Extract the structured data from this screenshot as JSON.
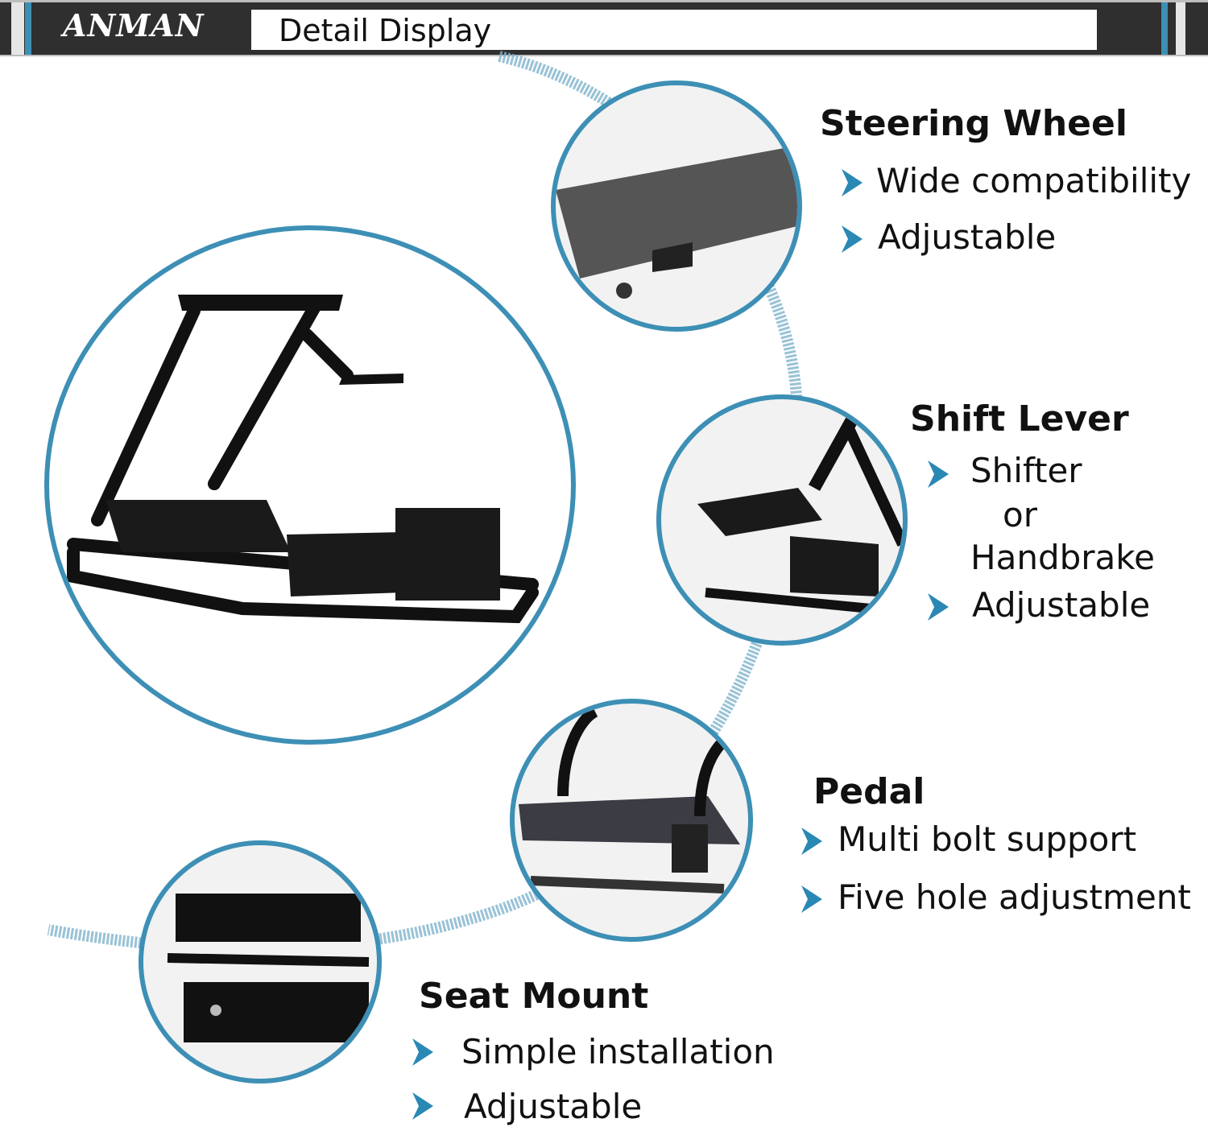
{
  "header": {
    "brand": "ANMAN",
    "title": "Detail Display"
  },
  "colors": {
    "accent": "#3d8fb5",
    "header_bg": "#2f2f2f",
    "text": "#111111"
  },
  "features": [
    {
      "title": "Steering Wheel",
      "items": [
        "Wide compatibility",
        "Adjustable"
      ]
    },
    {
      "title": "Shift Lever",
      "items": [
        "Shifter",
        "or",
        "Handbrake",
        "Adjustable"
      ]
    },
    {
      "title": "Pedal",
      "items": [
        "Multi bolt support",
        "Five hole adjustment"
      ]
    },
    {
      "title": "Seat Mount",
      "items": [
        "Simple installation",
        "Adjustable"
      ]
    }
  ],
  "images": {
    "main": "racing-cockpit-frame",
    "steering": "steering-wheel-plate",
    "shifter": "shift-lever-plate",
    "pedal": "pedal-plate",
    "seat": "seat-mount-bracket"
  }
}
